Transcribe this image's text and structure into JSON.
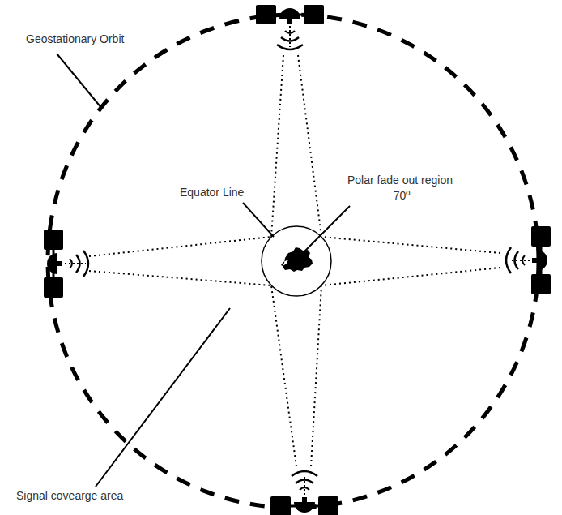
{
  "diagram": {
    "labels": [
      "Geostationary Orbit",
      "Equator Line",
      "Polar fade out region",
      "70º",
      "Signal covearge area"
    ]
  }
}
